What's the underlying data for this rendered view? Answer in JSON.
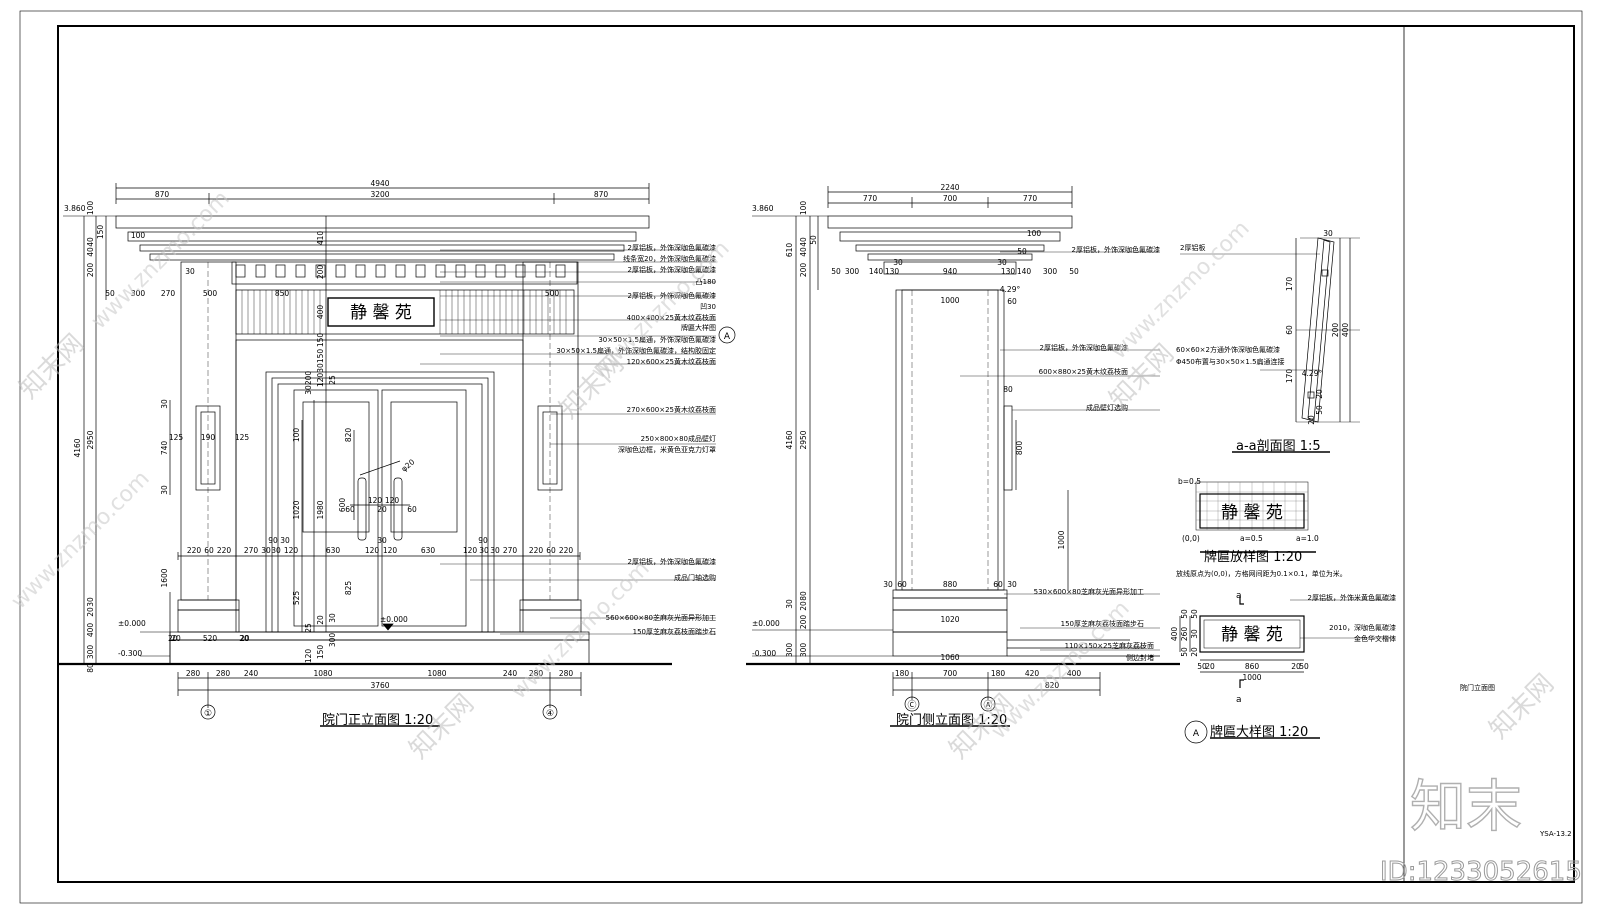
{
  "front": {
    "title": "院门正立面图 1:20",
    "overall": "4940",
    "top_dims": [
      "870",
      "3200",
      "870"
    ],
    "second_dims": [
      "270",
      "500",
      "850",
      "500"
    ],
    "left_small": [
      "50",
      "300",
      "30"
    ],
    "elevations": {
      "top": "3.860",
      "ground": "±0.000",
      "low": "-0.300",
      "door": "±0.000"
    },
    "left_vert": [
      "4160",
      "2950",
      "1600",
      "740",
      "30",
      "30",
      "30",
      "125",
      "190",
      "125",
      "20",
      "400",
      "300",
      "80",
      "20",
      "20",
      "100",
      "200",
      "40",
      "40",
      "150",
      "100"
    ],
    "mid_vert": [
      "410",
      "200",
      "400",
      "150",
      "150",
      "30",
      "120",
      "200",
      "30",
      "25",
      "1980",
      "1020",
      "820",
      "100",
      "825",
      "525",
      "20",
      "300",
      "150",
      "120",
      "25",
      "30",
      "600"
    ],
    "row_dims": [
      "220",
      "60",
      "220",
      "270",
      "30",
      "30",
      "90",
      "30",
      "120",
      "630",
      "120",
      "120",
      "630",
      "120",
      "30",
      "90",
      "30",
      "270",
      "220",
      "60",
      "220"
    ],
    "handle_dims": [
      "60",
      "120",
      "120",
      "60",
      "30",
      "20",
      "φ20"
    ],
    "bottom_dims": [
      "280",
      "280",
      "240",
      "1080",
      "1080",
      "240",
      "280",
      "280"
    ],
    "bottom_total": "3760",
    "base_dims": [
      "20",
      "520",
      "20"
    ],
    "axis": [
      "①",
      "④"
    ],
    "plaque_text": "静 馨 苑",
    "marker": "A",
    "notes": [
      "2厚铝板，外饰深咖色氟碳漆",
      "线条宽20，外饰深咖色氟碳漆",
      "2厚铝板，外饰深咖色氟碳漆",
      "凸180",
      "2厚铝板，外饰深咖色氟碳漆",
      "凹30",
      "400×400×25黄木纹荔枝面",
      "牌匾大样图",
      "30×50×1.5扁通，外饰深咖色氟碳漆",
      "30×50×1.5扁通，外饰深咖色氟碳漆，结构胶固定",
      "120×600×25黄木纹荔枝面",
      "270×600×25黄木纹荔枝面",
      "250×800×80成品壁灯",
      "深咖色边框，米黄色亚克力灯罩",
      "2厚铝板，外饰深咖色氟碳漆",
      "成品门轴选购",
      "560×600×80芝麻灰光面异形加工",
      "150厚芝麻灰荔枝面踏步石"
    ]
  },
  "side": {
    "title": "院门侧立面图 1:20",
    "overall": "2240",
    "top_dims": [
      "770",
      "700",
      "770"
    ],
    "dims_row2": [
      "300",
      "140",
      "130",
      "940",
      "130",
      "140",
      "300",
      "50",
      "50"
    ],
    "dims_row3": [
      "30",
      "30",
      "1000",
      "4.29°"
    ],
    "left_vert": [
      "4160",
      "2950",
      "610",
      "100",
      "40",
      "40",
      "200",
      "50",
      "300",
      "300",
      "200",
      "20",
      "80",
      "30"
    ],
    "small": [
      "100",
      "50",
      "60",
      "80",
      "800",
      "1000",
      "30",
      "60",
      "880",
      "60",
      "30",
      "1020",
      "1060"
    ],
    "elevations": {
      "top": "3.860",
      "ground": "±0.000",
      "low": "-0.300"
    },
    "bottom_dims": [
      "180",
      "700",
      "180",
      "420",
      "400"
    ],
    "bottom_total": "820",
    "axis": [
      "Ⓒ",
      "Ⓐ"
    ],
    "notes": [
      "2厚铝板，外饰深咖色氟碳漆",
      "2厚铝板，外饰深咖色氟碳漆",
      "600×880×25黄木纹荔枝面",
      "成品壁灯选购",
      "530×600×80芝麻灰光面异形加工",
      "150厚芝麻灰荔枝面踏步石",
      "110×150×25芝麻灰荔枝面",
      "侧边封堵"
    ]
  },
  "section": {
    "title": "a-a剖面图 1:5",
    "note_top": "2厚铝板",
    "note_mid": "60×60×2方通外饰深咖色氟碳漆",
    "note_mid2": "Φ450布置与30×50×1.5扁通连接",
    "dims": [
      "30",
      "170",
      "60",
      "170",
      "200",
      "400",
      "20",
      "50",
      "20",
      "4.29°"
    ]
  },
  "layout_plaque": {
    "title": "牌匾放样图 1:20",
    "text": "静 馨 苑",
    "coords": [
      "b=0.5",
      "(0,0)",
      "a=0.5",
      "a=1.0"
    ],
    "note": "放线原点为(0,0)，方格网间距为0.1×0.1，单位为米。"
  },
  "detail_plaque": {
    "title": "牌匾大样图 1:20",
    "text": "静 馨 苑",
    "marker": "A",
    "cut": "a",
    "notes": [
      "2厚铝板，外饰米黄色氟碳漆",
      "2010，深咖色氟碳漆",
      "金色华文楷体"
    ],
    "dims_bottom": [
      "50",
      "20",
      "860",
      "20",
      "50"
    ],
    "total": "1000",
    "vert": [
      "400",
      "50",
      "260",
      "30",
      "50",
      "50",
      "20"
    ]
  },
  "title_block": {
    "drawing_name": "院门立面图",
    "sheet_no": "YSA-13.2"
  },
  "watermark": {
    "site": "www.znzmo.com",
    "brand_cn": "知末网",
    "logo": "知末",
    "id_text": "ID:1233052615"
  }
}
